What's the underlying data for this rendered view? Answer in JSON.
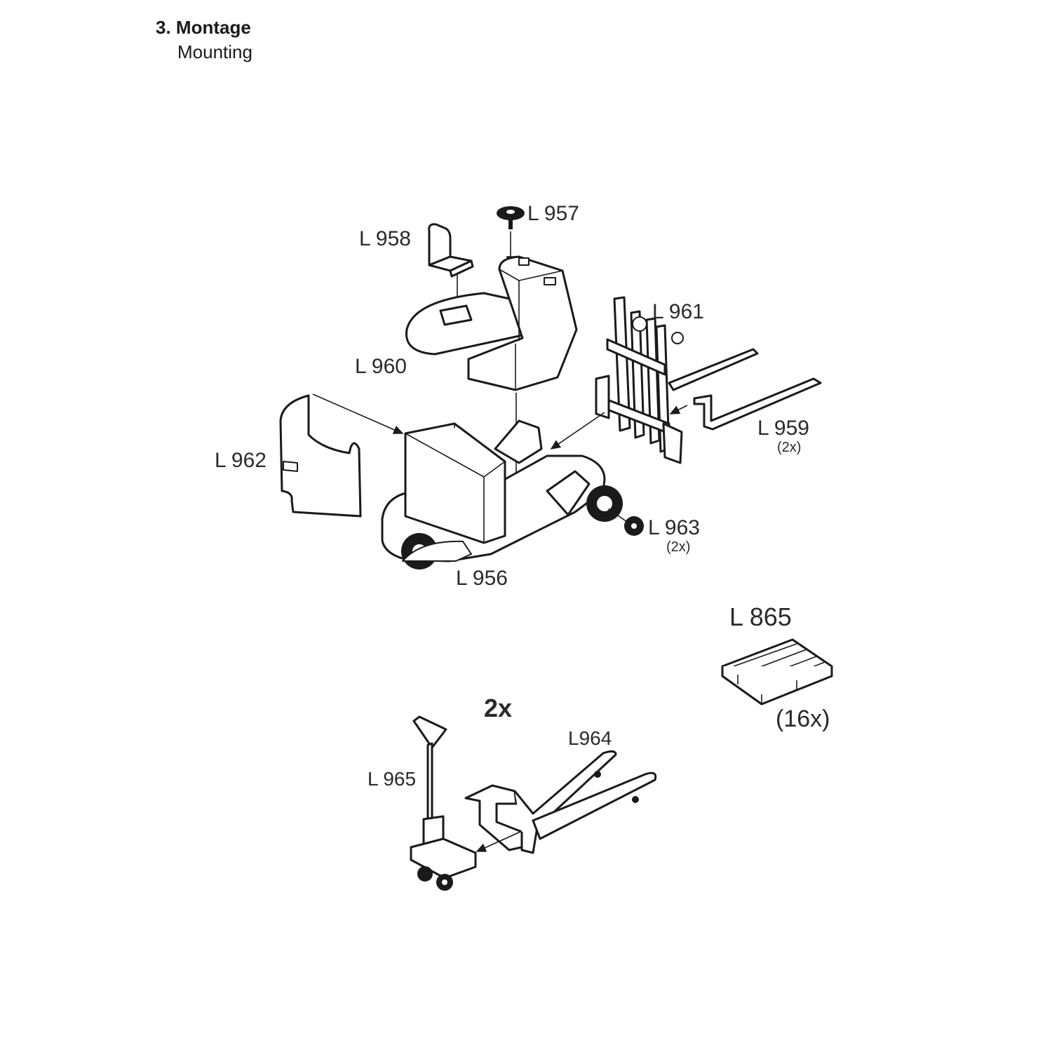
{
  "heading": {
    "title": "3. Montage",
    "subtitle": "Mounting"
  },
  "parts": {
    "l957": "L 957",
    "l958": "L 958",
    "l960": "L 960",
    "l961": "L 961",
    "l959": "L 959",
    "l959_qty": "(2x)",
    "l962": "L 962",
    "l963": "L 963",
    "l963_qty": "(2x)",
    "l956": "L 956",
    "l865": "L 865",
    "l865_qty": "(16x)",
    "truck_qty": "2x",
    "l964": "L964",
    "l965": "L 965"
  }
}
